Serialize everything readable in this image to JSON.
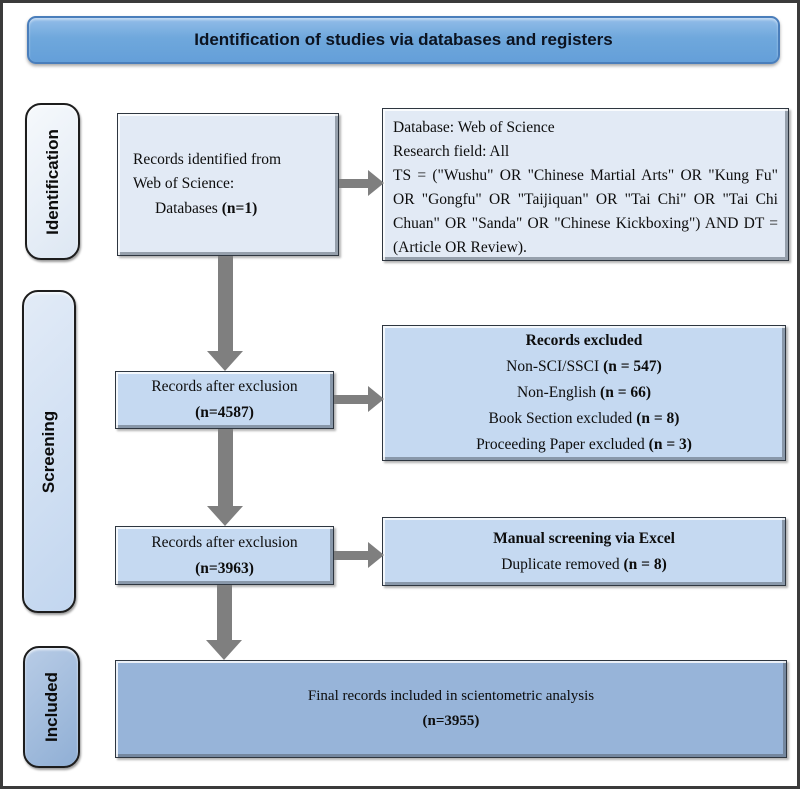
{
  "banner": {
    "title": "Identification of studies via databases and registers"
  },
  "sidebar": {
    "stages": [
      {
        "label": "Identification"
      },
      {
        "label": "Screening"
      },
      {
        "label": "Included"
      }
    ]
  },
  "flow": {
    "identified": {
      "line1": "Records identified from",
      "line2": "Web of Science:",
      "line3_text": "Databases ",
      "line3_n": "(n=1)"
    },
    "query": {
      "line1": "Database: Web of Science",
      "line2": "Research field: All",
      "line3": "TS = (\"Wushu\" OR \"Chinese Martial Arts\" OR \"Kung Fu\" OR \"Gongfu\" OR \"Taijiquan\" OR \"Tai Chi\" OR \"Tai Chi Chuan\" OR \"Sanda\" OR \"Chinese Kickboxing\") AND DT = (Article OR Review)."
    },
    "after_exclusion_1": {
      "text": "Records after exclusion",
      "n": "(n=4587)"
    },
    "excluded": {
      "title": "Records excluded",
      "items": [
        {
          "text": "Non-SCI/SSCI ",
          "n": "(n = 547)"
        },
        {
          "text": "Non-English ",
          "n": "(n = 66)"
        },
        {
          "text": "Book Section excluded ",
          "n": "(n = 8)"
        },
        {
          "text": "Proceeding Paper excluded ",
          "n": "(n = 3)"
        }
      ]
    },
    "after_exclusion_2": {
      "text": "Records after exclusion",
      "n": "(n=3963)"
    },
    "manual_screening": {
      "title": "Manual screening via Excel",
      "text": "Duplicate removed ",
      "n": "(n = 8)"
    },
    "final": {
      "text": "Final records included in scientometric analysis",
      "n": "(n=3955)"
    }
  },
  "colors": {
    "banner_fill": "#6fa8dc",
    "box_light": "#e2eaf5",
    "box_mid": "#c5d9f1",
    "box_dark": "#97b4d9",
    "arrow": "#7f7f7f"
  }
}
